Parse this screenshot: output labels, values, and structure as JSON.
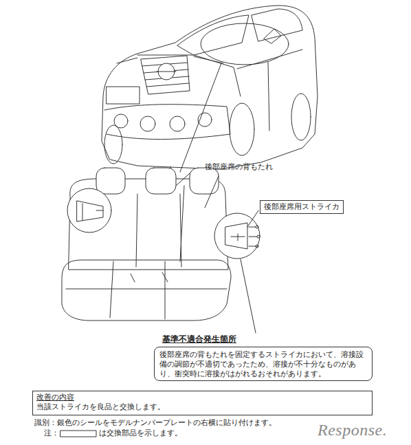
{
  "diagram": {
    "nodes": [
      {
        "text": [
          "後部座席用ストライカ"
        ]
      },
      {
        "text": [
          "基準不適合発生箇所",
          "後部座席の背もたれを固定するストライカにおいて、溶接設備の調節が不適切であったため、溶接が不十分なものがあり、衝突時に溶接がはがれるおそれがあります。"
        ]
      },
      {
        "text": [
          "改善の内容",
          "当該ストライカを良品と交換します。"
        ]
      }
    ],
    "labels": [
      "後部座席の背もたれ",
      "識別：銀色のシールをモデルナンバープレートの右横に貼り付けます。",
      "注：",
      "は交換部品を示します。",
      "Response."
    ]
  }
}
